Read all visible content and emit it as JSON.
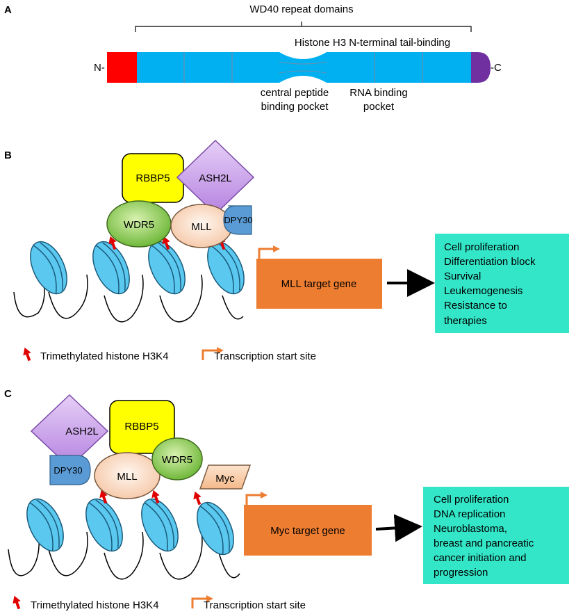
{
  "panel_a": {
    "letter": "A",
    "wd40_label": "WD40 repeat domains",
    "histone_label": "Histone H3 N-terminal tail-binding",
    "n_label": "N-",
    "c_label": "-C",
    "central_pocket_line1": "central peptide",
    "central_pocket_line2": "binding pocket",
    "rna_pocket_line1": "RNA binding",
    "rna_pocket_line2": "pocket",
    "colors": {
      "n_term": "#ff0000",
      "wd40": "#00b0f0",
      "c_term": "#7030a0"
    }
  },
  "panel_b": {
    "letter": "B",
    "rbbp5": "RBBP5",
    "ash2l": "ASH2L",
    "wdr5": "WDR5",
    "mll": "MLL",
    "dpy30": "DPY30",
    "target_gene": "MLL target gene",
    "outcomes": [
      "Cell proliferation",
      "Differentiation block",
      "Survival",
      "Leukemogenesis",
      "Resistance to",
      "therapies"
    ],
    "legend_h3k4": "Trimethylated histone H3K4",
    "legend_tss": "Transcription start site"
  },
  "panel_c": {
    "letter": "C",
    "ash2l": "ASH2L",
    "rbbp5": "RBBP5",
    "dpy30": "DPY30",
    "mll": "MLL",
    "wdr5": "WDR5",
    "myc": "Myc",
    "target_gene": "Myc target gene",
    "outcomes": [
      "Cell proliferation",
      "DNA replication",
      "Neuroblastoma,",
      "breast and pancreatic",
      "cancer initiation and",
      "progression"
    ],
    "legend_h3k4": "Trimethylated histone H3K4",
    "legend_tss": "Transcription start site"
  },
  "colors": {
    "nucleosome": "#5bc8f0",
    "yellow_box": "#ffff00",
    "purple_diamond": "#c9a3e8",
    "green_oval": "#8fd14f",
    "peach_oval": "#fcd8c0",
    "blue_cap": "#5b9bd5",
    "orange_box": "#ed7d31",
    "teal_box": "#33e6c8",
    "methyl_arrow": "#e00000",
    "tss_arrow": "#ed7d31"
  }
}
